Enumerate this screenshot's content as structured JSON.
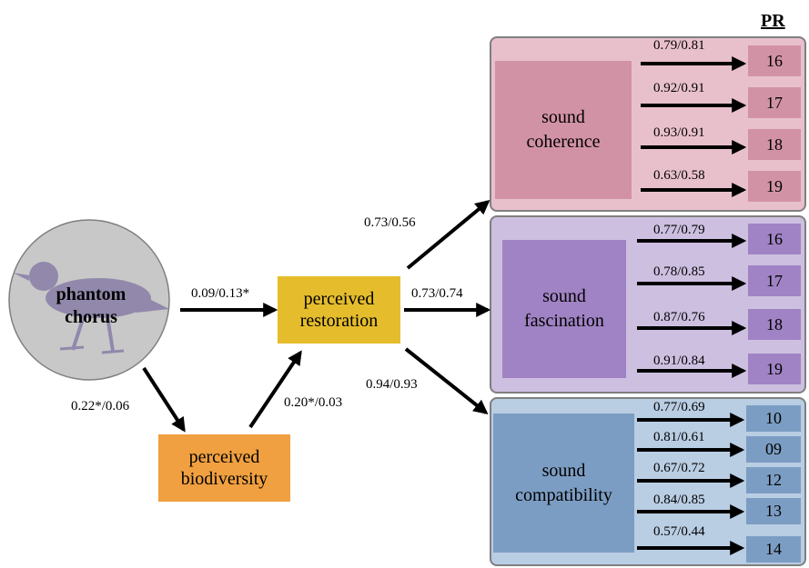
{
  "pr_header": "PR",
  "phantom": {
    "label_line1": "phantom",
    "label_line2": "chorus",
    "icon": "bird-icon"
  },
  "nodes": {
    "restoration": {
      "line1": "perceived",
      "line2": "restoration"
    },
    "biodiversity": {
      "line1": "perceived",
      "line2": "biodiversity"
    }
  },
  "paths": {
    "phantom_to_restoration": "0.09/0.13*",
    "phantom_to_biodiversity": "0.22*/0.06",
    "biodiversity_to_restoration": "0.20*/0.03",
    "restoration_to_coherence": "0.73/0.56",
    "restoration_to_fascination": "0.73/0.74",
    "restoration_to_compatibility": "0.94/0.93"
  },
  "groups": [
    {
      "line1": "sound",
      "line2": "coherence",
      "items": [
        {
          "coef": "0.79/0.81",
          "pr": "16"
        },
        {
          "coef": "0.92/0.91",
          "pr": "17"
        },
        {
          "coef": "0.93/0.91",
          "pr": "18"
        },
        {
          "coef": "0.63/0.58",
          "pr": "19"
        }
      ]
    },
    {
      "line1": "sound",
      "line2": "fascination",
      "items": [
        {
          "coef": "0.77/0.79",
          "pr": "16"
        },
        {
          "coef": "0.78/0.85",
          "pr": "17"
        },
        {
          "coef": "0.87/0.76",
          "pr": "18"
        },
        {
          "coef": "0.91/0.84",
          "pr": "19"
        }
      ]
    },
    {
      "line1": "sound",
      "line2": "compatibility",
      "items": [
        {
          "coef": "0.77/0.69",
          "pr": "10"
        },
        {
          "coef": "0.81/0.61",
          "pr": "09"
        },
        {
          "coef": "0.67/0.72",
          "pr": "12"
        },
        {
          "coef": "0.84/0.85",
          "pr": "13"
        },
        {
          "coef": "0.57/0.44",
          "pr": "14"
        }
      ]
    }
  ],
  "colors": {
    "coherence_bg": "#e8c0cc",
    "coherence_latent": "#d292a6",
    "coherence_item": "#d292a6",
    "fascination_bg": "#cdbfe0",
    "fascination_latent": "#a083c4",
    "fascination_item": "#a083c4",
    "compatibility_bg": "#b9cde3",
    "compatibility_latent": "#7c9dc3",
    "compatibility_item": "#7c9dc3",
    "restoration": "#e5bd2c",
    "biodiversity": "#f0a040",
    "phantom_circle": "#c8c8c8"
  }
}
